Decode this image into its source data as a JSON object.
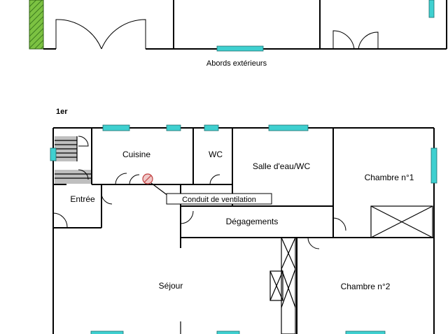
{
  "labels": {
    "outdoor": "Abords extérieurs",
    "floor": "1er",
    "kitchen": "Cuisine",
    "wc": "WC",
    "bathroom": "Salle d'eau/WC",
    "bedroom1": "Chambre n°1",
    "entrance": "Entrée",
    "vent": "Conduit de ventilation",
    "hallway": "Dégagements",
    "living": "Séjour",
    "bedroom2": "Chambre n°2"
  },
  "colors": {
    "window": "#3fd0d0",
    "hedge": "#7cc242",
    "stairs": "#bfbfbf",
    "vent_marker": "#c04040"
  }
}
